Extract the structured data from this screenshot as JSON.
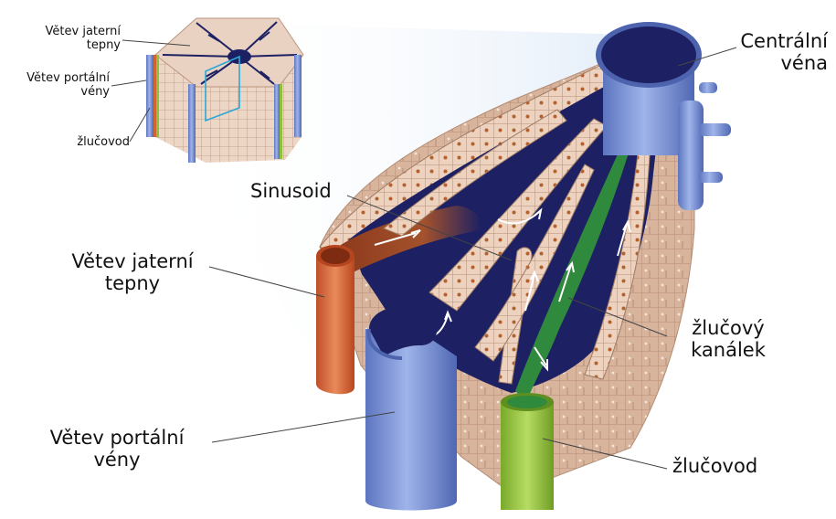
{
  "labels": {
    "inset": {
      "hepatic_artery_branch": [
        "Větev jaterní",
        "tepny"
      ],
      "portal_vein_branch": [
        "Větev portální",
        "vény"
      ],
      "bile_duct": "žlučovod"
    },
    "main": {
      "central_vein": [
        "Centrální",
        "véna"
      ],
      "sinusoid": "Sinusoid",
      "hepatic_artery_branch": [
        "Větev jaterní",
        "tepny"
      ],
      "bile_canaliculus": [
        "žlučový",
        "kanálek"
      ],
      "portal_vein_branch": [
        "Větev portální",
        "vény"
      ],
      "bile_duct": "žlučovod"
    }
  },
  "colors": {
    "sinusoid_blood": "#1d2163",
    "portal_vein": "#6f8ad0",
    "hepatic_artery": "#d26433",
    "bile_duct": "#8fc13a",
    "bile_canaliculus": "#2f8a3e",
    "hepatocyte": "#ecd2bf",
    "hepatocyte_outline": "#b58e75",
    "hepatocyte_nucleus": "#b3622f"
  }
}
